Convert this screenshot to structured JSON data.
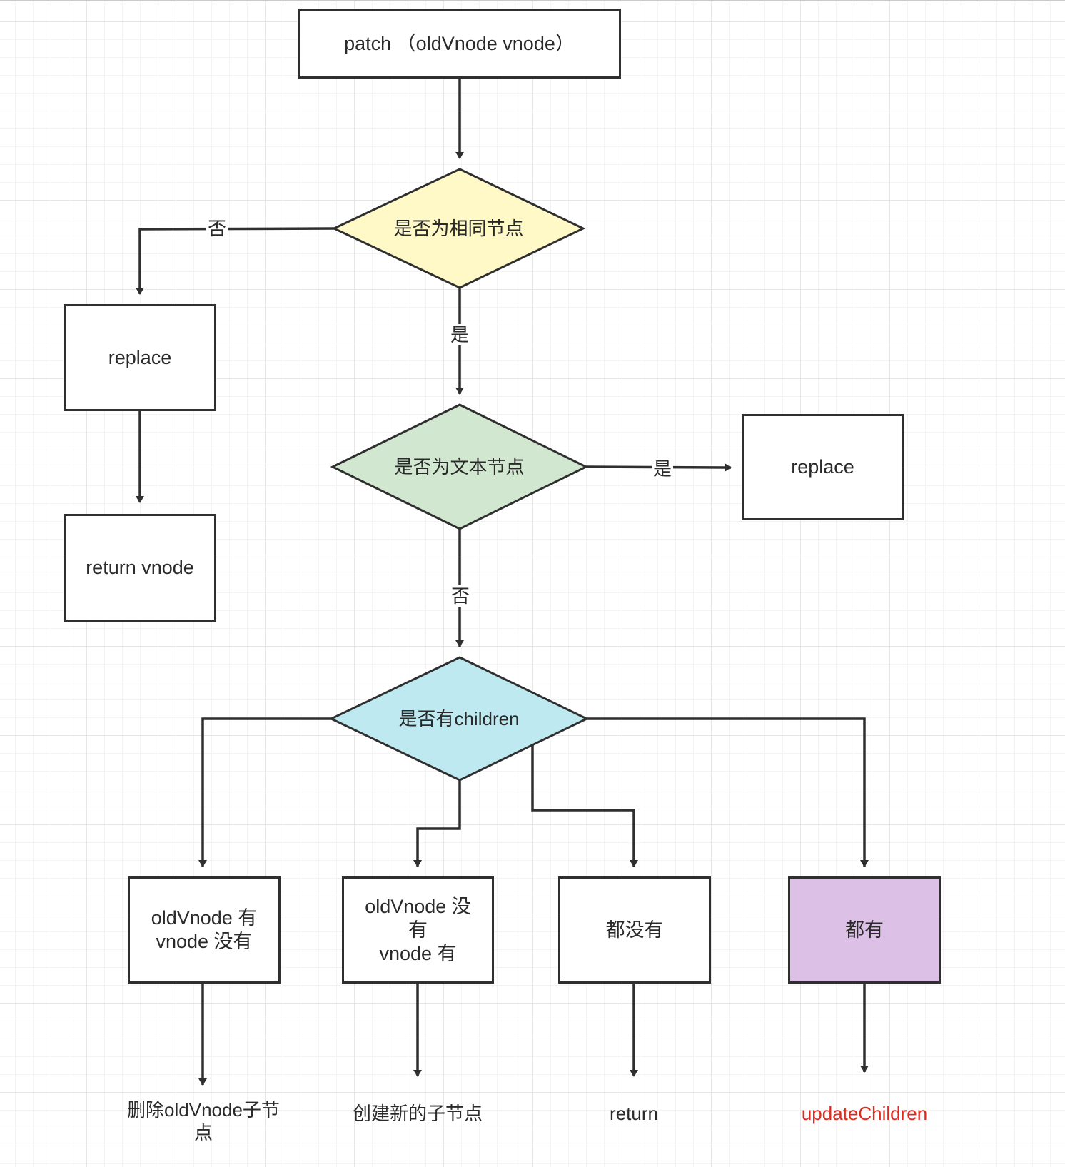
{
  "nodes": {
    "patch": "patch （oldVnode vnode）",
    "is_same_node": "是否为相同节点",
    "replace_left": "replace",
    "return_vnode": "return vnode",
    "is_text_node": "是否为文本节点",
    "replace_right": "replace",
    "has_children": "是否有children",
    "old_has_new_not": "oldVnode 有\nvnode 没有",
    "old_not_new_has": "oldVnode 没\n有\nvnode 有",
    "neither": "都没有",
    "both": "都有"
  },
  "results": {
    "remove_children": "删除oldVnode子节\n点",
    "create_children": "创建新的子节点",
    "return": "return",
    "update_children": "updateChildren"
  },
  "edge_labels": {
    "same_no": "否",
    "same_yes": "是",
    "text_yes": "是",
    "text_no": "否"
  },
  "colors": {
    "same_node_fill": "#fff9c8",
    "text_node_fill": "#d2e7d0",
    "children_fill": "#bee9f0",
    "both_fill": "#dcc0e6",
    "line": "#2f2f2f",
    "highlight_text": "#e02a1f"
  }
}
